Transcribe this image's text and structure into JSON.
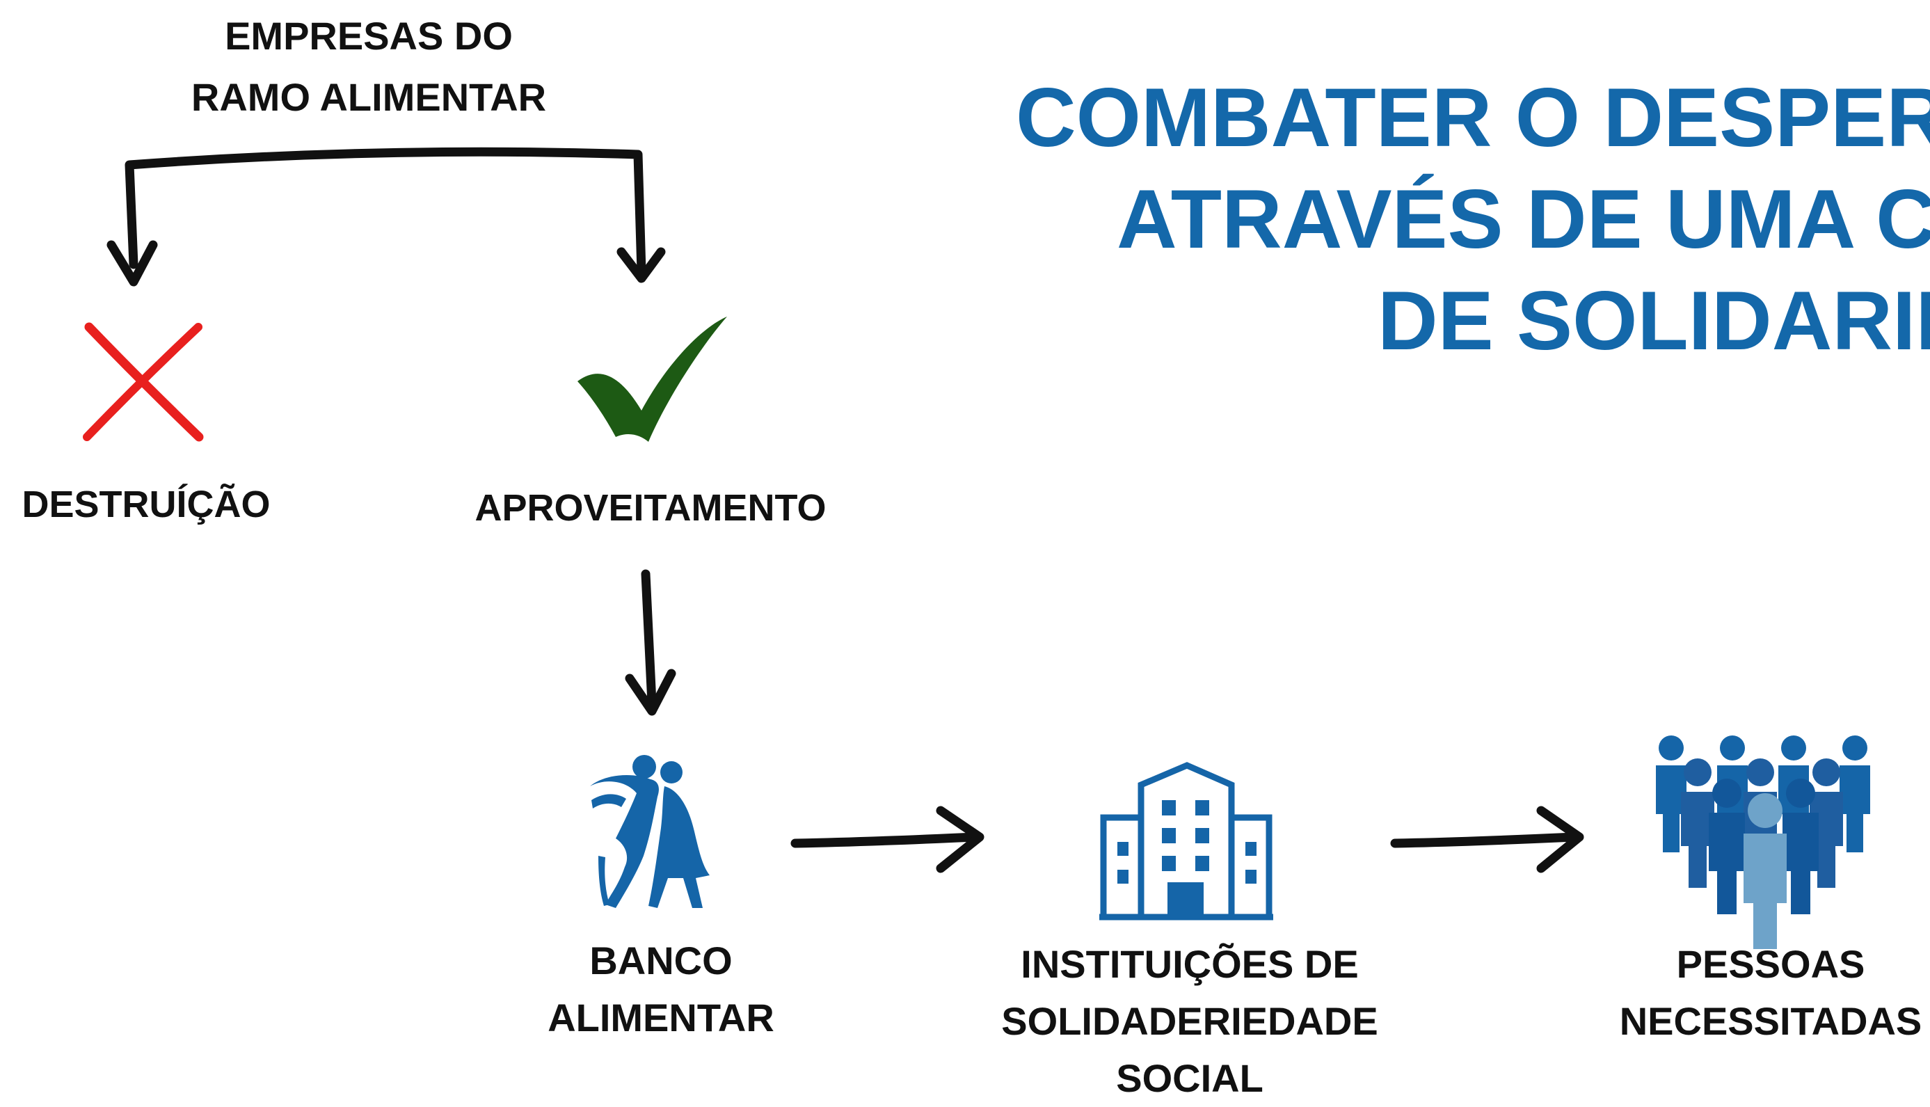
{
  "source": {
    "line1": "EMPRESAS DO",
    "line2": "RAMO ALIMENTAR"
  },
  "title": {
    "line1": "COMBATER O DESPER",
    "line2": "ATRAVÉS DE UMA C",
    "line3": "DE SOLIDARII",
    "color": "#1468aa"
  },
  "destruction": {
    "label": "DESTRUÍÇÃO",
    "icon": "cross-icon",
    "color": "#e8201e"
  },
  "use": {
    "label": "APROVEITAMENTO",
    "icon": "check-icon",
    "color": "#1d5a14"
  },
  "food_bank": {
    "line1": "BANCO",
    "line2": "ALIMENTAR",
    "icon": "food-bank-logo-icon"
  },
  "institutions": {
    "line1": "INSTITUIÇÕES DE",
    "line2": "SOLIDADERIEDADE",
    "line3": "SOCIAL",
    "icon": "building-icon"
  },
  "people": {
    "line1": "PESSOAS",
    "line2": "NECESSITADAS",
    "icon": "people-group-icon"
  }
}
